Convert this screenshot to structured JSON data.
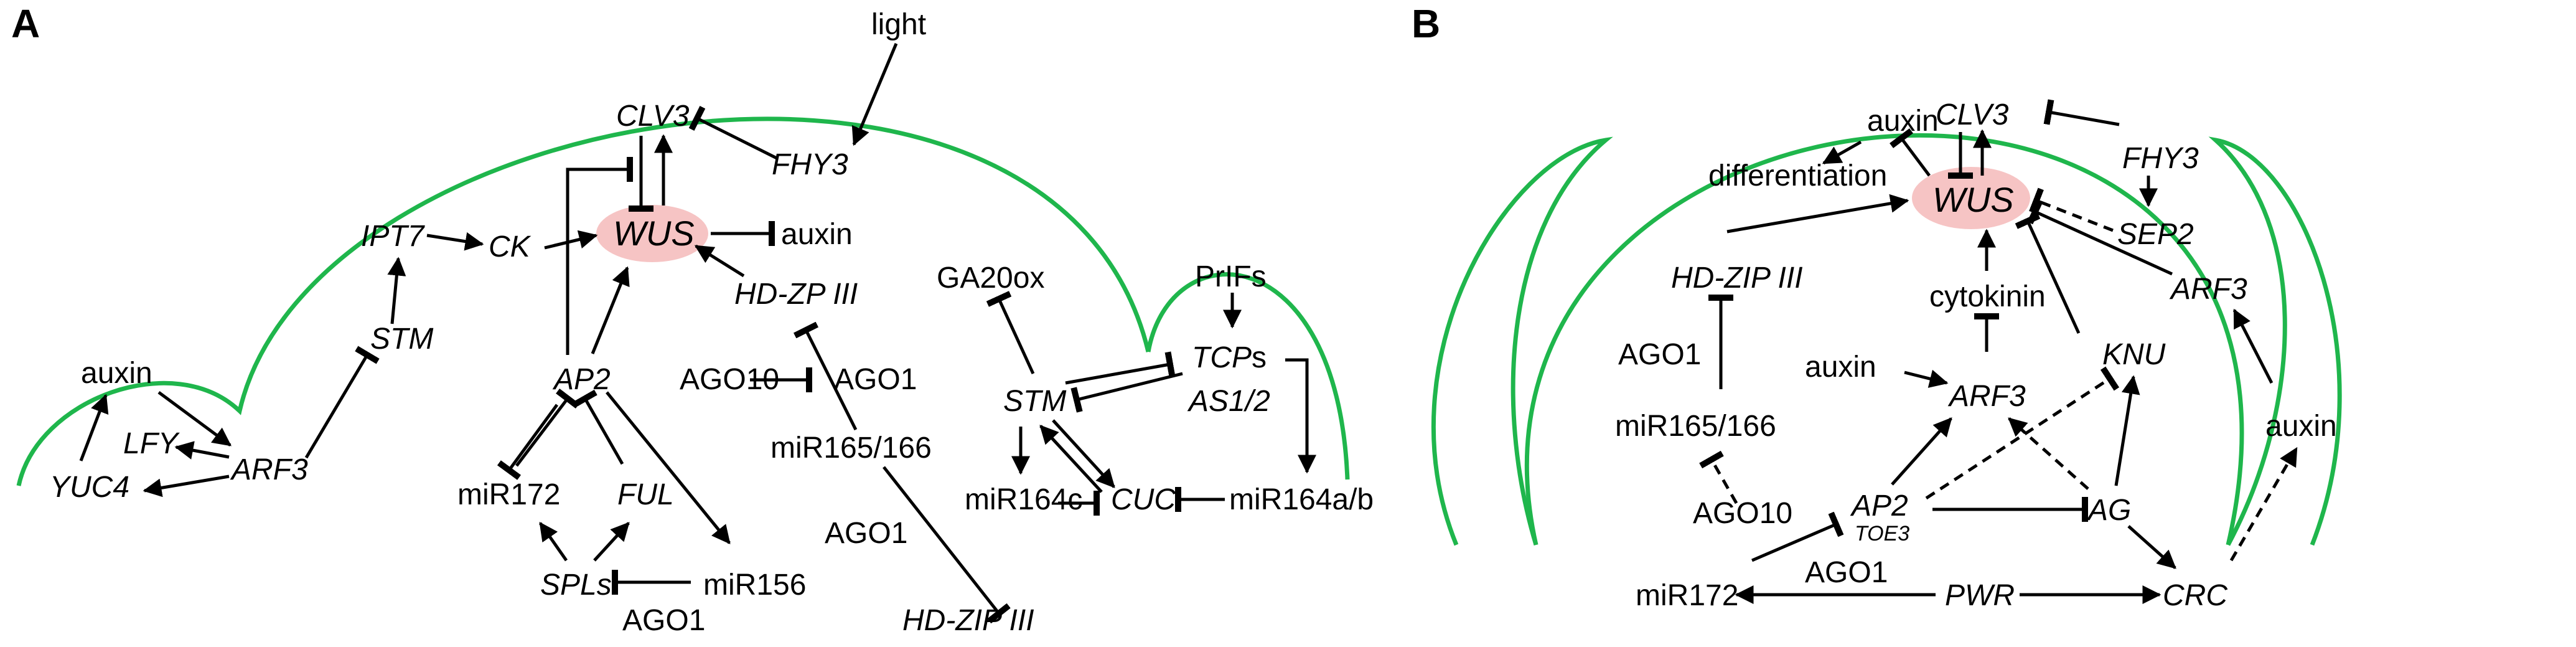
{
  "colors": {
    "meristem_outline": "#1fb64c",
    "wus_highlight": "#f6c4c4",
    "edge": "#000000"
  },
  "panel_a": {
    "label": "A",
    "nodes": {
      "light": "light",
      "clv3": "CLV3",
      "fhy3": "FHY3",
      "ipt7": "IPT7",
      "ck": "CK",
      "wus": "WUS",
      "auxin_right": "auxin",
      "hd_zp_iii": "HD-ZP III",
      "stm_left": "STM",
      "auxin_left": "auxin",
      "lfy": "LFY",
      "arf3": "ARF3",
      "yuc4": "YUC4",
      "ap2": "AP2",
      "ago10": "AGO10",
      "ago1_top": "AGO1",
      "mir165_166": "miR165/166",
      "mir172": "miR172",
      "ful": "FUL",
      "spls": "SPLs",
      "mir156": "miR156",
      "ago1_bottom_left": "AGO1",
      "ago1_bottom": "AGO1",
      "hd_zip_iii": "HD-ZIP III",
      "ga20ox": "GA20ox",
      "stm_right": "STM",
      "mir164c": "miR164c",
      "cuc": "CUC",
      "prifs": "PrIFs",
      "tcps_gene": "TCP",
      "tcps_suffix": "s",
      "as1_2": "AS1/2",
      "mir164ab": "miR164a/b"
    }
  },
  "panel_b": {
    "label": "B",
    "nodes": {
      "auxin_top": "auxin",
      "clv3": "CLV3",
      "differentiation": "differentiation",
      "wus": "WUS",
      "fhy3": "FHY3",
      "sep2": "SEP2",
      "hd_zip_iii": "HD-ZIP III",
      "arf3_right": "ARF3",
      "cytokinin": "cytokinin",
      "ago1_left": "AGO1",
      "auxin_mid": "auxin",
      "arf3_center": "ARF3",
      "knu": "KNU",
      "mir165_166": "miR165/166",
      "auxin_right": "auxin",
      "ago10": "AGO10",
      "ap2": "AP2",
      "toe3": "TOE3",
      "ag": "AG",
      "mir172": "miR172",
      "ago1_bottom": "AGO1",
      "pwr": "PWR",
      "crc": "CRC"
    }
  }
}
